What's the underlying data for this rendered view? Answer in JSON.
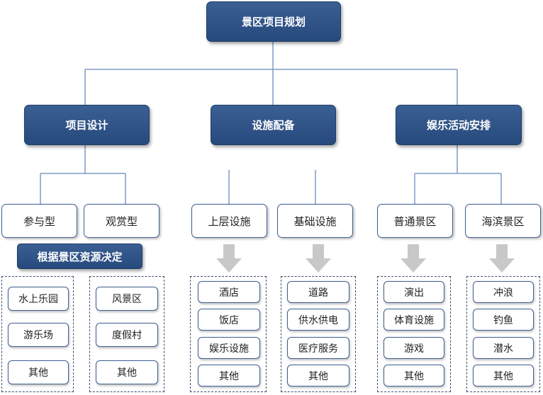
{
  "root": {
    "label": "景区项目规划"
  },
  "branches": [
    {
      "label": "项目设计",
      "children": [
        {
          "label": "参与型",
          "items": [
            "水上乐园",
            "游乐场",
            "其他"
          ]
        },
        {
          "label": "观赏型",
          "items": [
            "风景区",
            "度假村",
            "其他"
          ]
        }
      ]
    },
    {
      "label": "设施配备",
      "children": [
        {
          "label": "上层设施",
          "items": [
            "酒店",
            "饭店",
            "娱乐设施",
            "其他"
          ]
        },
        {
          "label": "基础设施",
          "items": [
            "道路",
            "供水供电",
            "医疗服务",
            "其他"
          ]
        }
      ]
    },
    {
      "label": "娱乐活动安排",
      "children": [
        {
          "label": "普通景区",
          "items": [
            "演出",
            "体育设施",
            "游戏",
            "其他"
          ]
        },
        {
          "label": "海滨景区",
          "items": [
            "冲浪",
            "钓鱼",
            "潜水",
            "其他"
          ]
        }
      ]
    }
  ],
  "note": {
    "label": "根据景区资源决定"
  },
  "colors": {
    "node_fill": "#2f558a",
    "connector": "#7f9cc4",
    "arrow": "#c8c8c8"
  }
}
